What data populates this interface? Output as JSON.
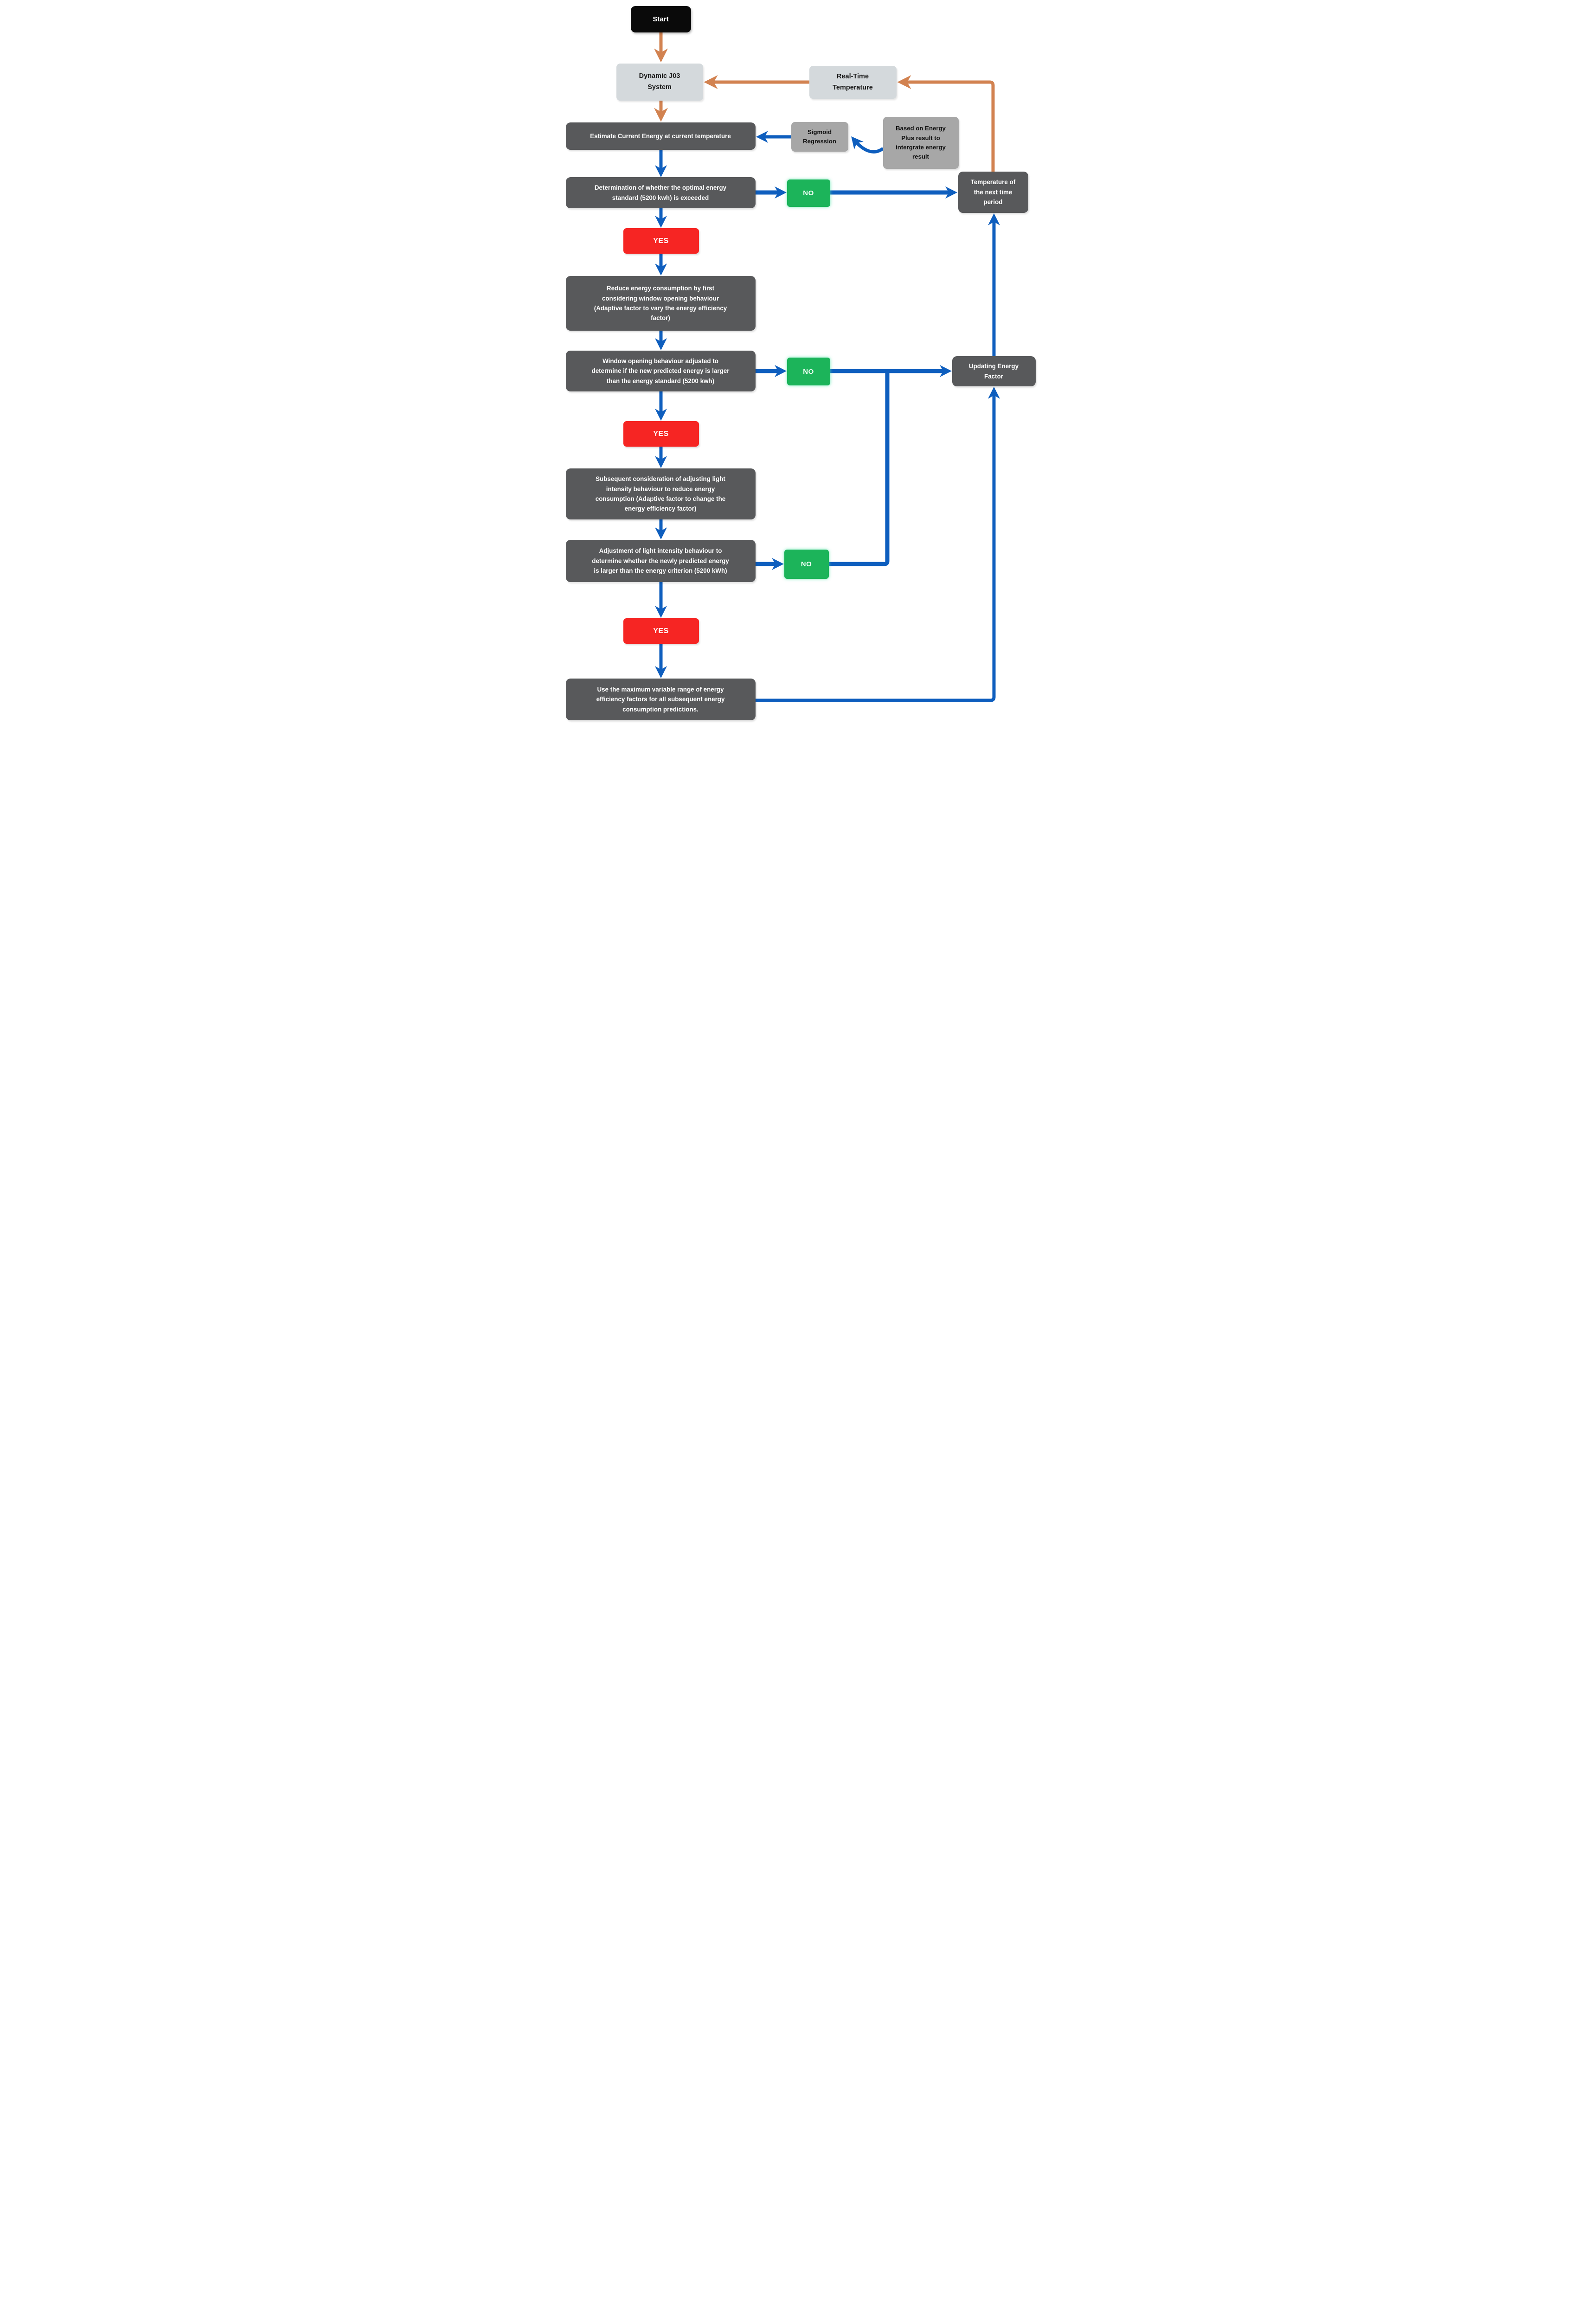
{
  "colors": {
    "background": "#ffffff",
    "box_dark": "#58595B",
    "box_light": "#D4D9DC",
    "box_gray": "#A7A7A7",
    "green": "#1CB45A",
    "red": "#F62523",
    "black": "#0a0a0a",
    "arrow_blue": "#0E5EBE",
    "arrow_orange": "#D28250",
    "text_light": "#ffffff",
    "text_dark": "#1A1A1A"
  },
  "nodes": {
    "start": {
      "label": "Start"
    },
    "dynamic_system": {
      "label": "Dynamic J03\nSystem"
    },
    "realtime_temperature": {
      "label": "Real-Time\nTemperature"
    },
    "estimate": {
      "label": "Estimate Current Energy at current temperature"
    },
    "sigmoid": {
      "label": "Sigmoid\nRegression"
    },
    "based_on": {
      "label": "Based on Energy\nPlus result to\nintergrate energy\nresult"
    },
    "determination": {
      "label": "Determination of whether the optimal energy\nstandard (5200 kwh) is exceeded"
    },
    "no1": {
      "label": "NO"
    },
    "temperature_next": {
      "label": "Temperature of\nthe next time\nperiod"
    },
    "yes1": {
      "label": "YES"
    },
    "reduce": {
      "label": "Reduce energy consumption by first\nconsidering window opening behaviour\n(Adaptive factor  to vary the energy efficiency\nfactor)"
    },
    "window_check": {
      "label": "Window opening behaviour adjusted to\ndetermine if the new predicted energy is larger\nthan the energy standard (5200 kwh)"
    },
    "no2": {
      "label": "NO"
    },
    "updating_factor": {
      "label": "Updating Energy\nFactor"
    },
    "yes2": {
      "label": "YES"
    },
    "subsequent": {
      "label": "Subsequent consideration of adjusting light\nintensity behaviour to reduce energy\nconsumption (Adaptive factor  to change the\nenergy efficiency factor)"
    },
    "light_check": {
      "label": "Adjustment of light intensity behaviour to\ndetermine whether the newly predicted energy\nis larger than the energy criterion (5200 kWh)"
    },
    "no3": {
      "label": "NO"
    },
    "yes3": {
      "label": "YES"
    },
    "use_max": {
      "label": "Use the maximum variable range of energy\nefficiency factors for all subsequent energy\nconsumption predictions."
    }
  }
}
